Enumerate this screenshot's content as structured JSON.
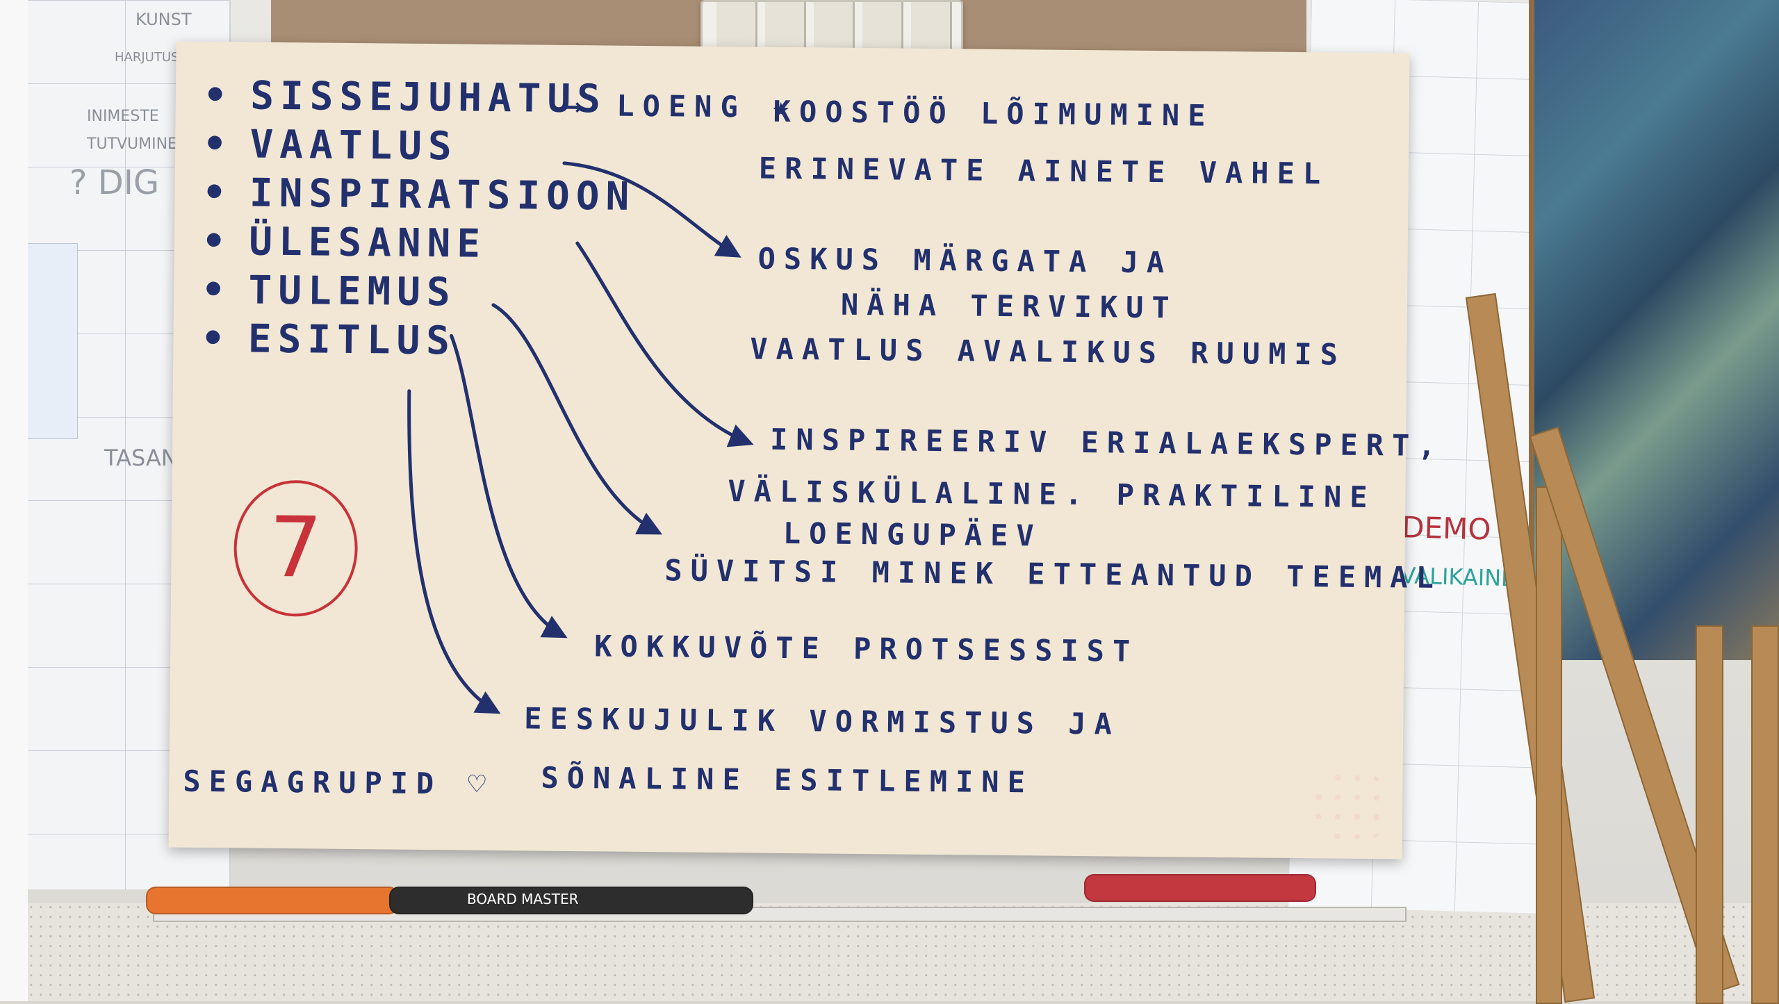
{
  "poster": {
    "topics": [
      "SISSEJUHATUS",
      "VAATLUS",
      "INSPIRATSIOON",
      "ÜLESANNE",
      "TULEMUS",
      "ESITLUS"
    ],
    "arrow_loeng": "→ LOENG ★",
    "koostoo_line1": "KOOSTÖÖ LÕIMUMINE",
    "koostoo_line2": "ERINEVATE AINETE VAHEL",
    "oskus_line1": "OSKUS MÄRGATA JA",
    "oskus_line2": "NÄHA TERVIKUT",
    "oskus_line3": "VAATLUS AVALIKUS RUUMIS",
    "inspireeriv_line1": "INSPIREERIV ERIALAEKSPERT,",
    "inspireeriv_line2": "VÄLISKÜLALINE. PRAKTILINE",
    "inspireeriv_line3": "LOENGUPÄEV",
    "syvitsi": "SÜVITSI MINEK ETTEANTUD TEEMAL",
    "kokkuvote": "KOKKUVÕTE PROTSESSIST",
    "eeskujulik_line1": "EESKUJULIK VORMISTUS JA",
    "eeskujulik_line2": "SÕNALINE ESITLEMINE",
    "segagrupid": "SEGAGRUPID ♡",
    "number": "7",
    "ink_color": "#22306e",
    "number_color": "#c8323a"
  },
  "left_chart_notes": [
    "KUNST",
    "HARJUTUS",
    "INIMESTE",
    "TUTVUMINE",
    "? DIG",
    "TASAN"
  ],
  "right_chart_notes": [
    "DEMO",
    "VALIKAINE"
  ],
  "marker_labels": [
    "BOARD MASTER"
  ]
}
